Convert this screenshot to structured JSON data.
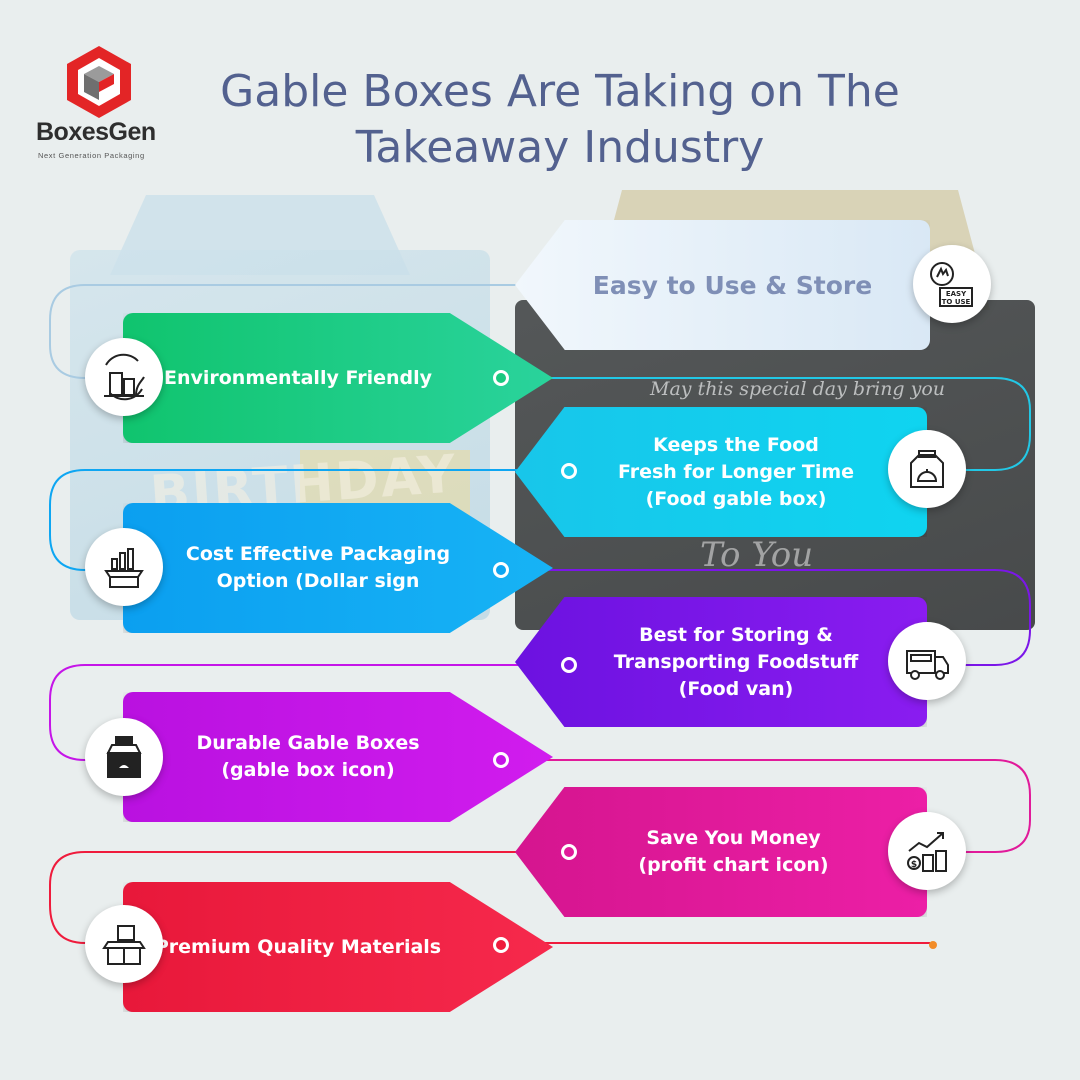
{
  "brand": {
    "name": "BoxesGen",
    "tagline": "Next Generation Packaging",
    "colors": {
      "red": "#e32526",
      "dark": "#2e2e2e"
    }
  },
  "title": {
    "line1": "Gable Boxes Are Taking on The",
    "line2": "Takeaway Industry",
    "color": "#53618f"
  },
  "features": [
    {
      "label": "Easy to Use & Store",
      "icon": "easy-to-use-icon",
      "color": "#dbe9f6"
    },
    {
      "label": "Environmentally Friendly",
      "icon": "eco-building-icon",
      "color": "#19c97f"
    },
    {
      "label": "Keeps the Food\nFresh for Longer Time\n(Food gable box)",
      "icon": "food-gable-box-icon",
      "color": "#19c9ea"
    },
    {
      "label": "Cost Effective Packaging\nOption (Dollar sign",
      "icon": "cost-chart-box-icon",
      "color": "#0ea6f2"
    },
    {
      "label": "Best for Storing &\nTransporting Foodstuff\n(Food van)",
      "icon": "food-van-icon",
      "color": "#7b16e8"
    },
    {
      "label": "Durable Gable Boxes\n(gable box icon)",
      "icon": "gable-box-icon",
      "color": "#c515e8"
    },
    {
      "label": "Save You Money\n(profit chart icon)",
      "icon": "profit-chart-icon",
      "color": "#e11a9a"
    },
    {
      "label": "Premium Quality Materials",
      "icon": "open-box-icon",
      "color": "#ef1b3c"
    }
  ],
  "background_text": {
    "script": "May this special day bring you",
    "script2": "To You",
    "birthday": "BIRTHDAY"
  }
}
